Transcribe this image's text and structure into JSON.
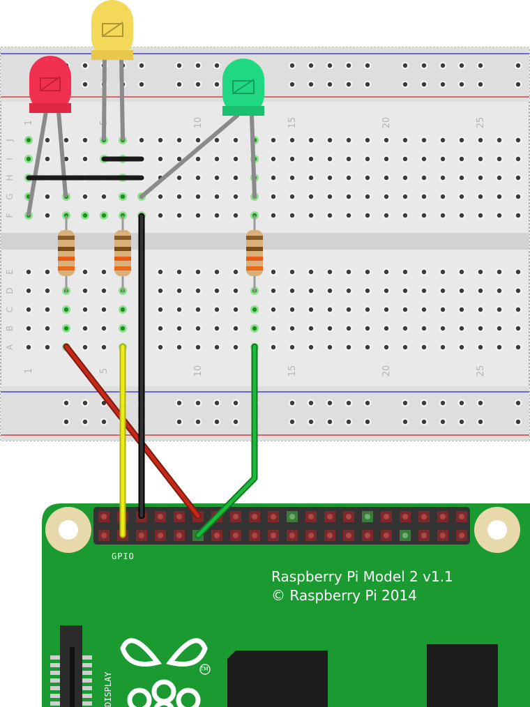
{
  "breadboard": {
    "column_numbers": [
      "1",
      "5",
      "10",
      "15",
      "20",
      "25"
    ],
    "row_letters_top": [
      "J",
      "I",
      "H",
      "G",
      "F"
    ],
    "row_letters_bottom": [
      "E",
      "D",
      "C",
      "B",
      "A"
    ]
  },
  "components": {
    "leds": [
      {
        "name": "red-led",
        "color": "#f0304f"
      },
      {
        "name": "yellow-led",
        "color": "#f4d85a"
      },
      {
        "name": "green-led",
        "color": "#21d882"
      }
    ],
    "resistor_count": 3
  },
  "wires": {
    "red": "#c82818",
    "yellow": "#ecec18",
    "black": "#1a1a1a",
    "green": "#1eb83a"
  },
  "raspberry_pi": {
    "model_line1": "Raspberry Pi Model 2 v1.1",
    "model_line2": "© Raspberry Pi 2014",
    "gpio_label": "GPIO",
    "display_label": "DISPLAY",
    "trademark": "TM",
    "board_color": "#1b9a32"
  }
}
